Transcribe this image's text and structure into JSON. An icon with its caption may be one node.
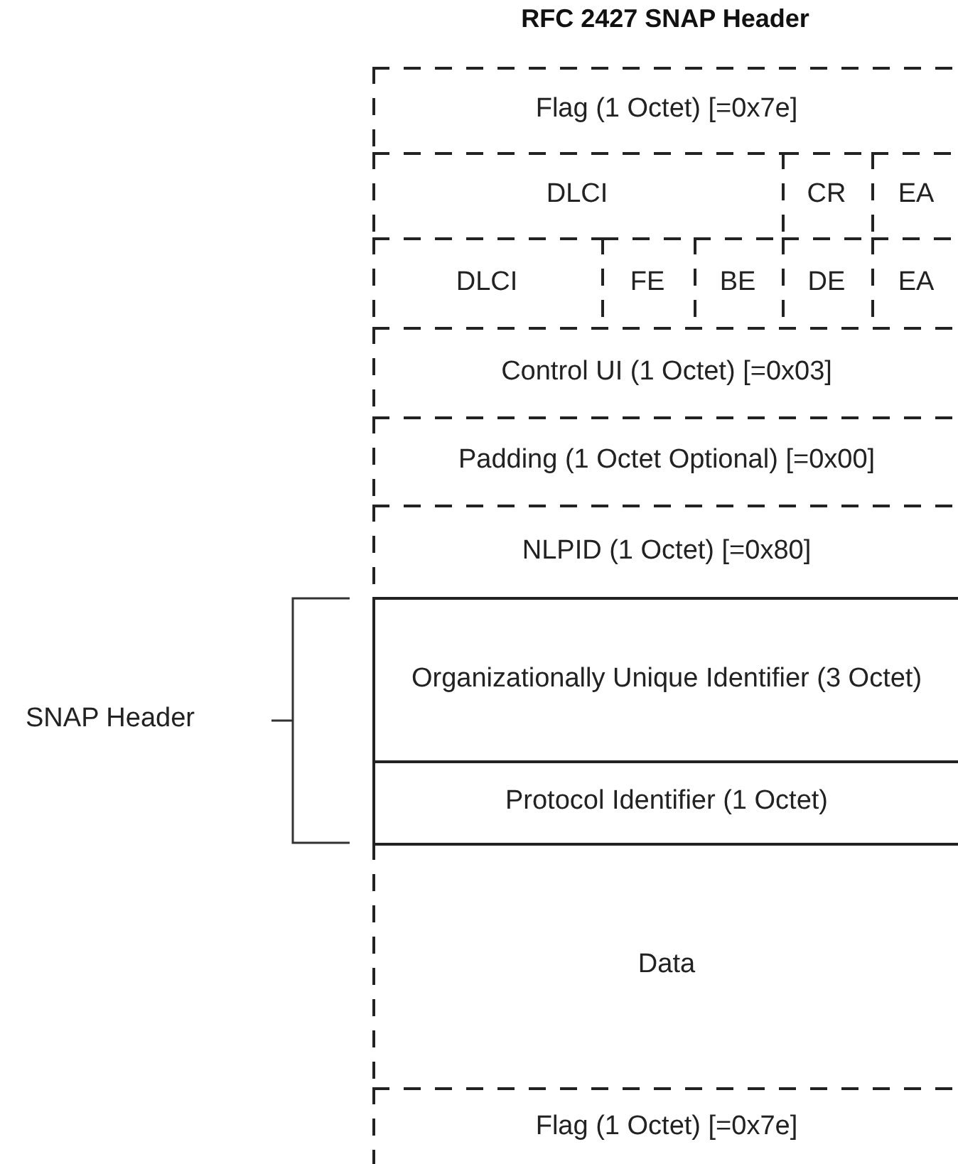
{
  "diagram": {
    "title": "RFC 2427 SNAP Header",
    "nodes": [
      {
        "text": [
          "Flag (1 Octet) [=0x7e]"
        ]
      },
      {
        "text": [
          "DLCI"
        ]
      },
      {
        "text": [
          "CR"
        ]
      },
      {
        "text": [
          "EA"
        ]
      },
      {
        "text": [
          "DLCI"
        ]
      },
      {
        "text": [
          "FE"
        ]
      },
      {
        "text": [
          "BE"
        ]
      },
      {
        "text": [
          "DE"
        ]
      },
      {
        "text": [
          "EA"
        ]
      },
      {
        "text": [
          "Control UI (1 Octet) [=0x03]"
        ]
      },
      {
        "text": [
          "Padding (1 Octet Optional) [=0x00]"
        ]
      },
      {
        "text": [
          "NLPID (1 Octet) [=0x80]"
        ]
      },
      {
        "text": [
          "Organizationally Unique Identifier (3 Octet)"
        ]
      },
      {
        "text": [
          "Protocol Identifier (1 Octet)"
        ]
      },
      {
        "text": [
          "Data"
        ]
      },
      {
        "text": [
          "Flag (1 Octet) [=0x7e]"
        ]
      }
    ],
    "labels": [
      "SNAP Header"
    ]
  }
}
